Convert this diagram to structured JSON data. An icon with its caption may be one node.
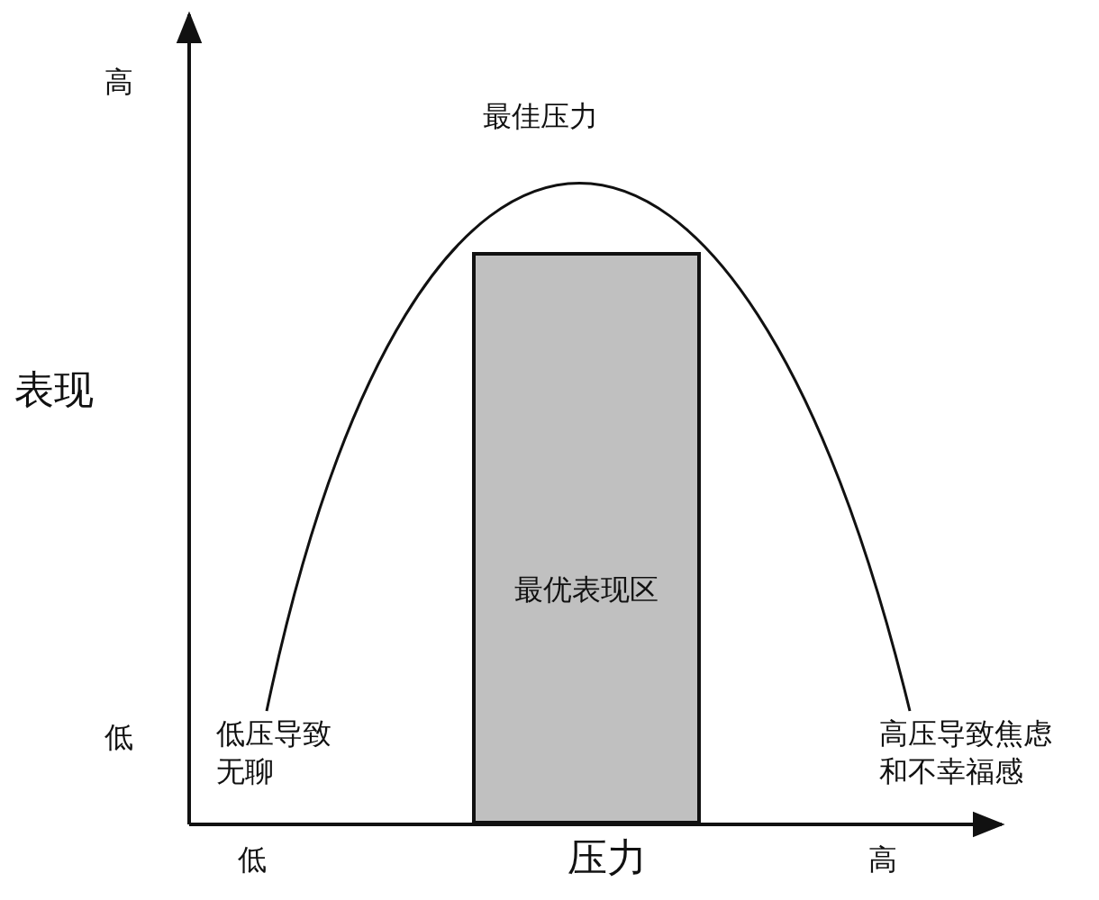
{
  "diagram": {
    "nodes": [
      {
        "text": [
          "最优表现区"
        ]
      }
    ],
    "labels": [
      "高",
      "最佳压力",
      "表现",
      "低压导致无聊",
      "低",
      "高压导致焦虑和不幸福感",
      "低",
      "压力",
      "高"
    ]
  }
}
